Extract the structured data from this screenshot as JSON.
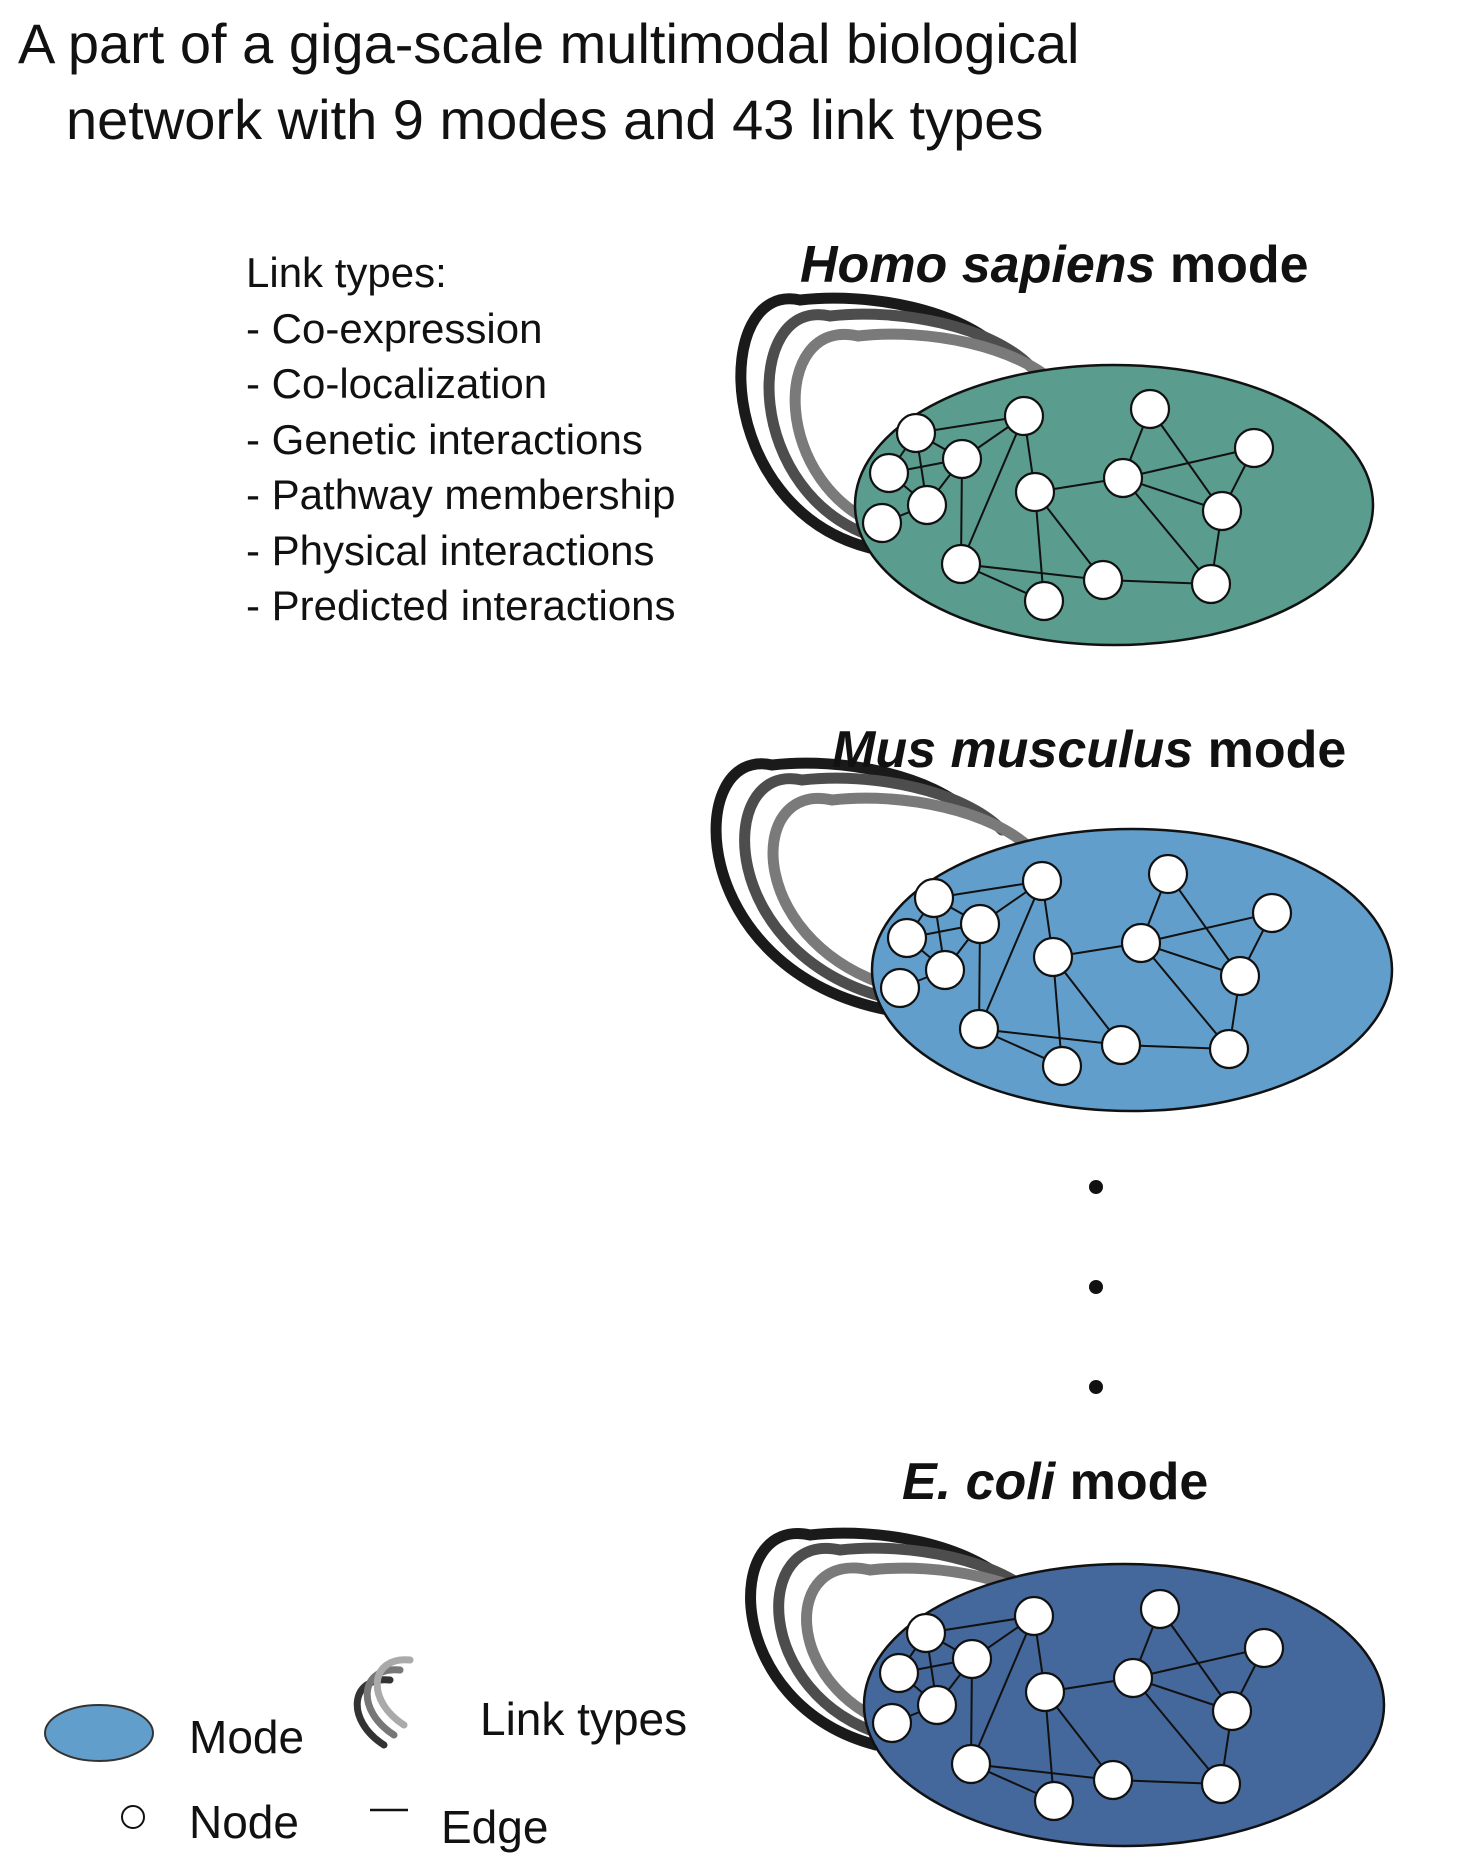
{
  "title": {
    "line1": "A part of a giga-scale multimodal biological",
    "line2": "network with 9 modes and 43 link types"
  },
  "link_types": {
    "heading": "Link types:",
    "items": [
      "- Co-expression",
      "- Co-localization",
      "- Genetic interactions",
      "- Pathway membership",
      "- Physical interactions",
      "- Predicted interactions"
    ]
  },
  "modes": [
    {
      "species": "Homo sapiens",
      "suffix": " mode",
      "color": "#5a9c8e"
    },
    {
      "species": "Mus musculus",
      "suffix": " mode",
      "color": "#629ecb"
    },
    {
      "species": "E. coli",
      "suffix": " mode",
      "color": "#44679c"
    }
  ],
  "link_type_colors": [
    "#1a1a1a",
    "#4d4d4d",
    "#7a7a7a"
  ],
  "legend": {
    "mode": "Mode",
    "link_types": "Link types",
    "node": "Node",
    "edge": "Edge",
    "mode_color": "#629ecb"
  }
}
